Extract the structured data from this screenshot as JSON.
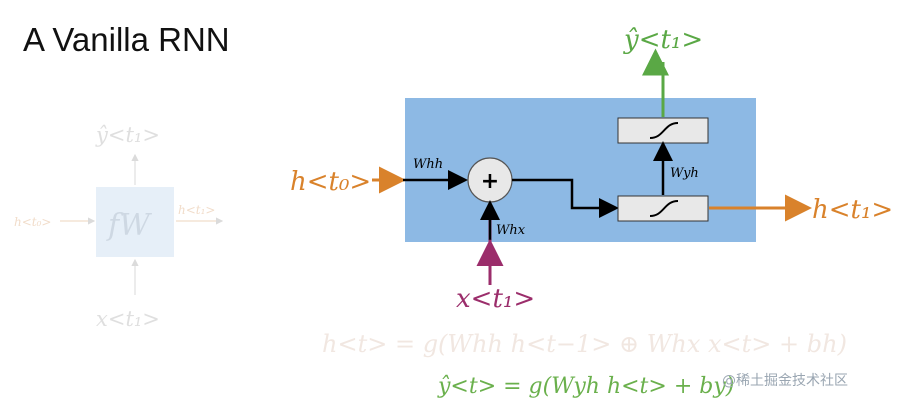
{
  "title": "A Vanilla RNN",
  "faded": {
    "y_out": "ŷ<t₁>",
    "box": "fW",
    "h_in": "h<t₀>",
    "h_out": "h<t₁>",
    "x_in": "x<t₁>"
  },
  "main": {
    "y_out": "ŷ<t₁>",
    "h_in": "h<t₀>",
    "h_out": "h<t₁>",
    "x_in": "x<t₁>",
    "plus": "+",
    "w_hh": "Whh",
    "w_hx": "Whx",
    "w_yh": "Wyh"
  },
  "equations": {
    "hidden": "h<t> = g(Whh h<t−1> ⊕ Whx x<t> + bh)",
    "output": "ŷ<t> = g(Wyh h<t> + by)"
  },
  "watermark": "@稀土掘金技术社区",
  "colors": {
    "blue_box": "#8db9e4",
    "orange": "#d9822b",
    "green": "#5aa845",
    "magenta": "#9b2d6b",
    "faded_blue": "#e4eef8"
  }
}
